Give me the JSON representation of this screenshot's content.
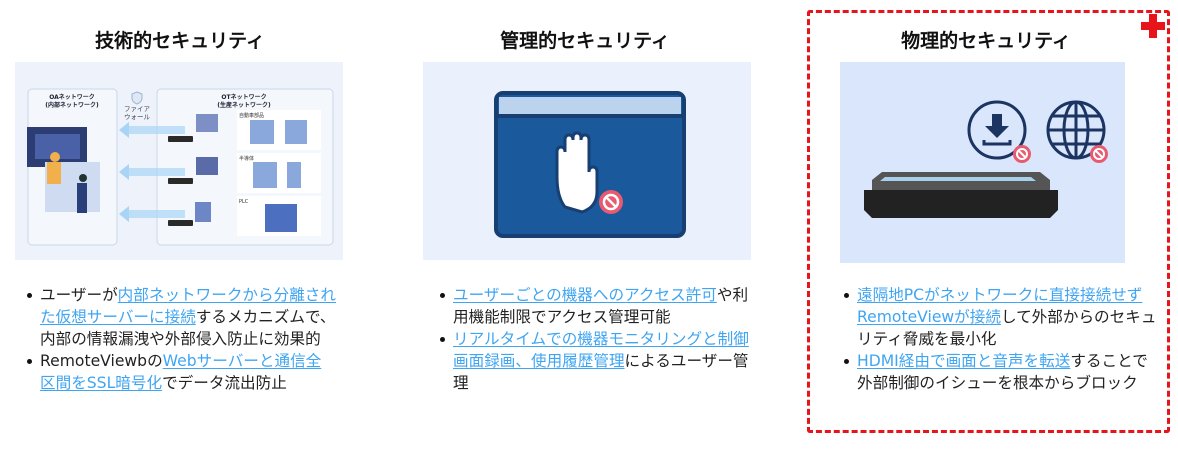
{
  "columns": [
    {
      "title": "技術的セキュリティ",
      "image": {
        "oa_label": "OAネットワーク",
        "oa_sub": "(内部ネットワーク)",
        "fw_label1": "ファイア",
        "fw_label2": "ウォール",
        "ot_label": "OTネットワーク",
        "ot_sub": "(生産ネットワーク)",
        "rows": [
          "自動車部品",
          "半導体",
          "PLC"
        ]
      },
      "bullets": [
        [
          {
            "t": "ユーザーが"
          },
          {
            "t": "内部ネットワークから分離された仮想サーバーに接続",
            "link": true
          },
          {
            "t": "するメカニズムで、内部の情報漏洩や外部侵入防止に効果的"
          }
        ],
        [
          {
            "t": "RemoteViewbの"
          },
          {
            "t": "Webサーバーと通信全区間をSSL暗号化",
            "link": true
          },
          {
            "t": "でデータ流出防止"
          }
        ]
      ]
    },
    {
      "title": "管理的セキュリティ",
      "bullets": [
        [
          {
            "t": "ユーザーごとの機器へのアクセス許可",
            "link": true
          },
          {
            "t": "や利用機能制限でアクセス管理可能"
          }
        ],
        [
          {
            "t": "リアルタイムでの機器モニタリングと制御画面録画、使用履歴管理",
            "link": true
          },
          {
            "t": "によるユーザー管理"
          }
        ]
      ]
    },
    {
      "title": "物理的セキュリティ",
      "bullets": [
        [
          {
            "t": "遠隔地PCがネットワークに直接接続せずRemoteViewが接続",
            "link": true
          },
          {
            "t": "して外部からのセキュリティ脅威を最小化"
          }
        ],
        [
          {
            "t": "HDMI経由で画面と音声を転送",
            "link": true
          },
          {
            "t": "することで外部制御のイシューを根本からブロック"
          }
        ]
      ]
    }
  ],
  "colors": {
    "link": "#3fa5f2",
    "highlight_border": "#e8141c"
  },
  "icons": [
    "firewall-shield-icon",
    "hand-stop-icon",
    "download-blocked-icon",
    "globe-blocked-icon",
    "plus-icon"
  ]
}
